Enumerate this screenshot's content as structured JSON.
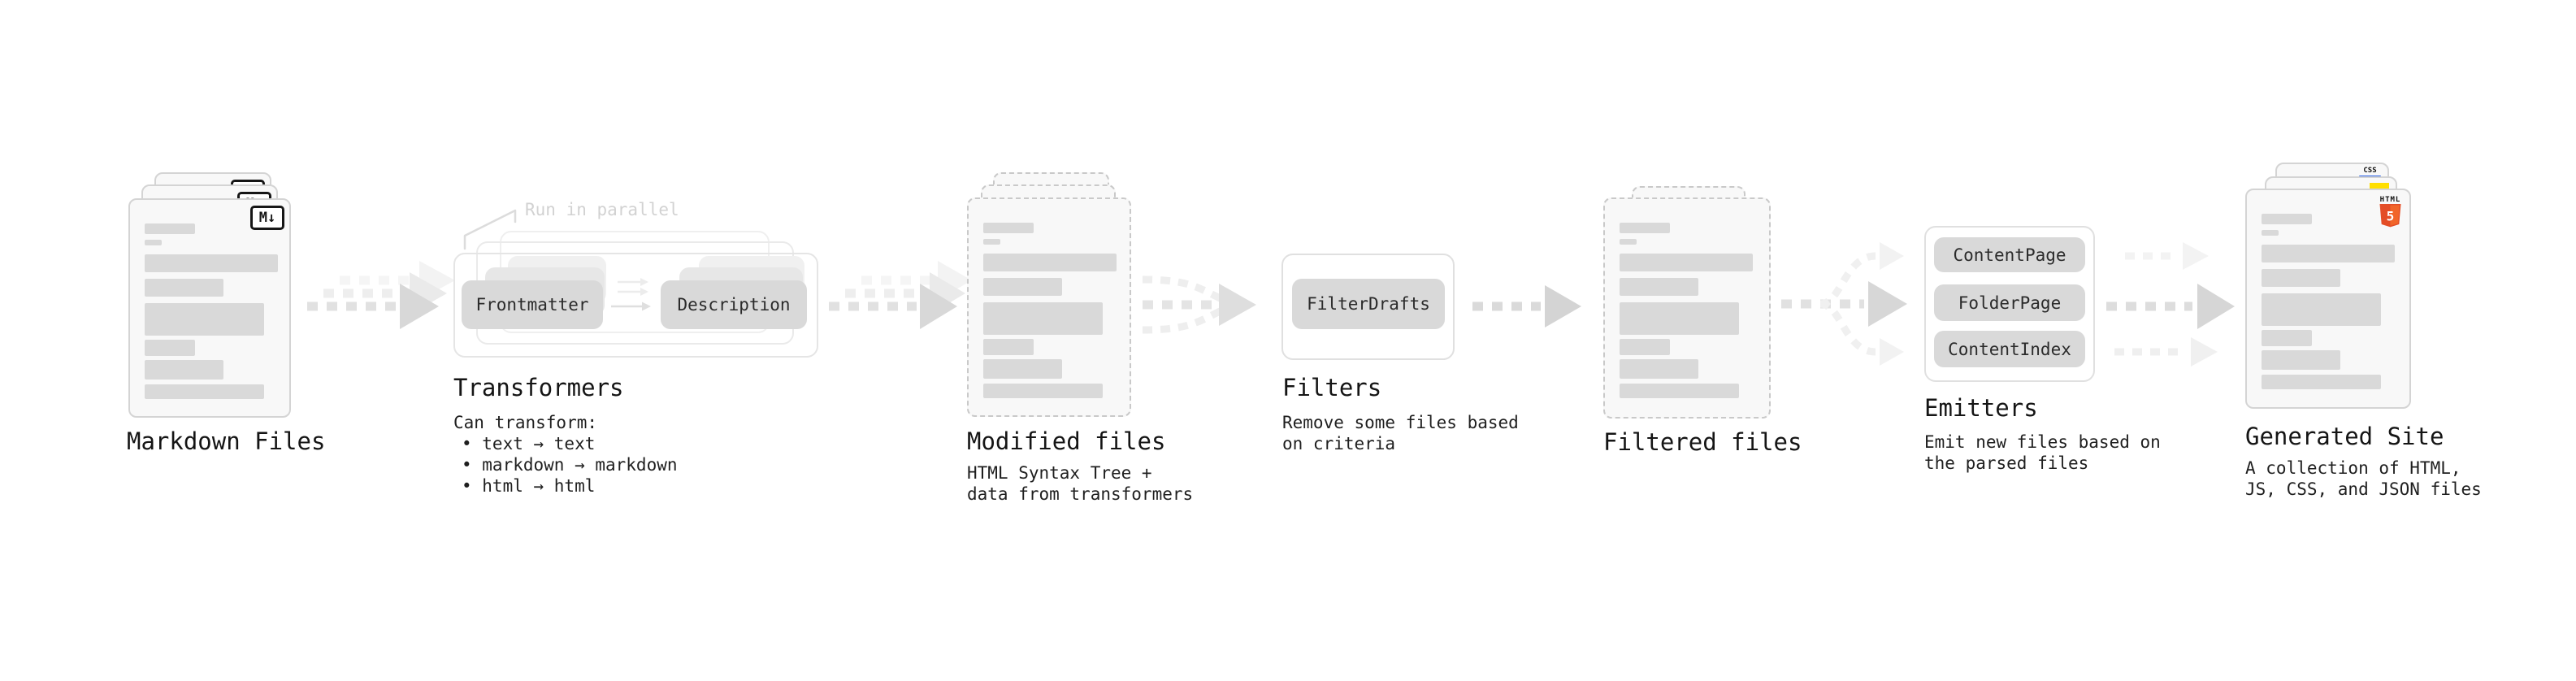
{
  "colors": {
    "html5_orange": "#e44d26",
    "html5_orange_light": "#f16529",
    "js_yellow": "#ffdf00",
    "css_blue": "#2760e8",
    "pill_gray": "#d9d9d9",
    "arrow_gray": "#dcdcdc"
  },
  "stages": {
    "markdown_files": {
      "label": "Markdown Files",
      "badge": "M↓"
    },
    "transformers": {
      "annotation": "Run in parallel",
      "boxes": [
        "Frontmatter",
        "Description"
      ],
      "title": "Transformers",
      "description": "Can transform:",
      "bullets": [
        "• text → text",
        "• markdown → markdown",
        "• html → html"
      ]
    },
    "modified_files": {
      "label": "Modified files",
      "description": "HTML Syntax Tree +\ndata from transformers"
    },
    "filters": {
      "title": "Filters",
      "boxes": [
        "FilterDrafts"
      ],
      "description": "Remove some files based\non criteria"
    },
    "filtered_files": {
      "label": "Filtered files"
    },
    "emitters": {
      "title": "Emitters",
      "boxes": [
        "ContentPage",
        "FolderPage",
        "ContentIndex"
      ],
      "description": "Emit new files based on\nthe parsed files"
    },
    "generated_site": {
      "label": "Generated Site",
      "description": "A collection of HTML,\nJS, CSS, and JSON files",
      "badges": {
        "css": "CSS",
        "html": "HTML",
        "html_number": "5"
      }
    }
  }
}
